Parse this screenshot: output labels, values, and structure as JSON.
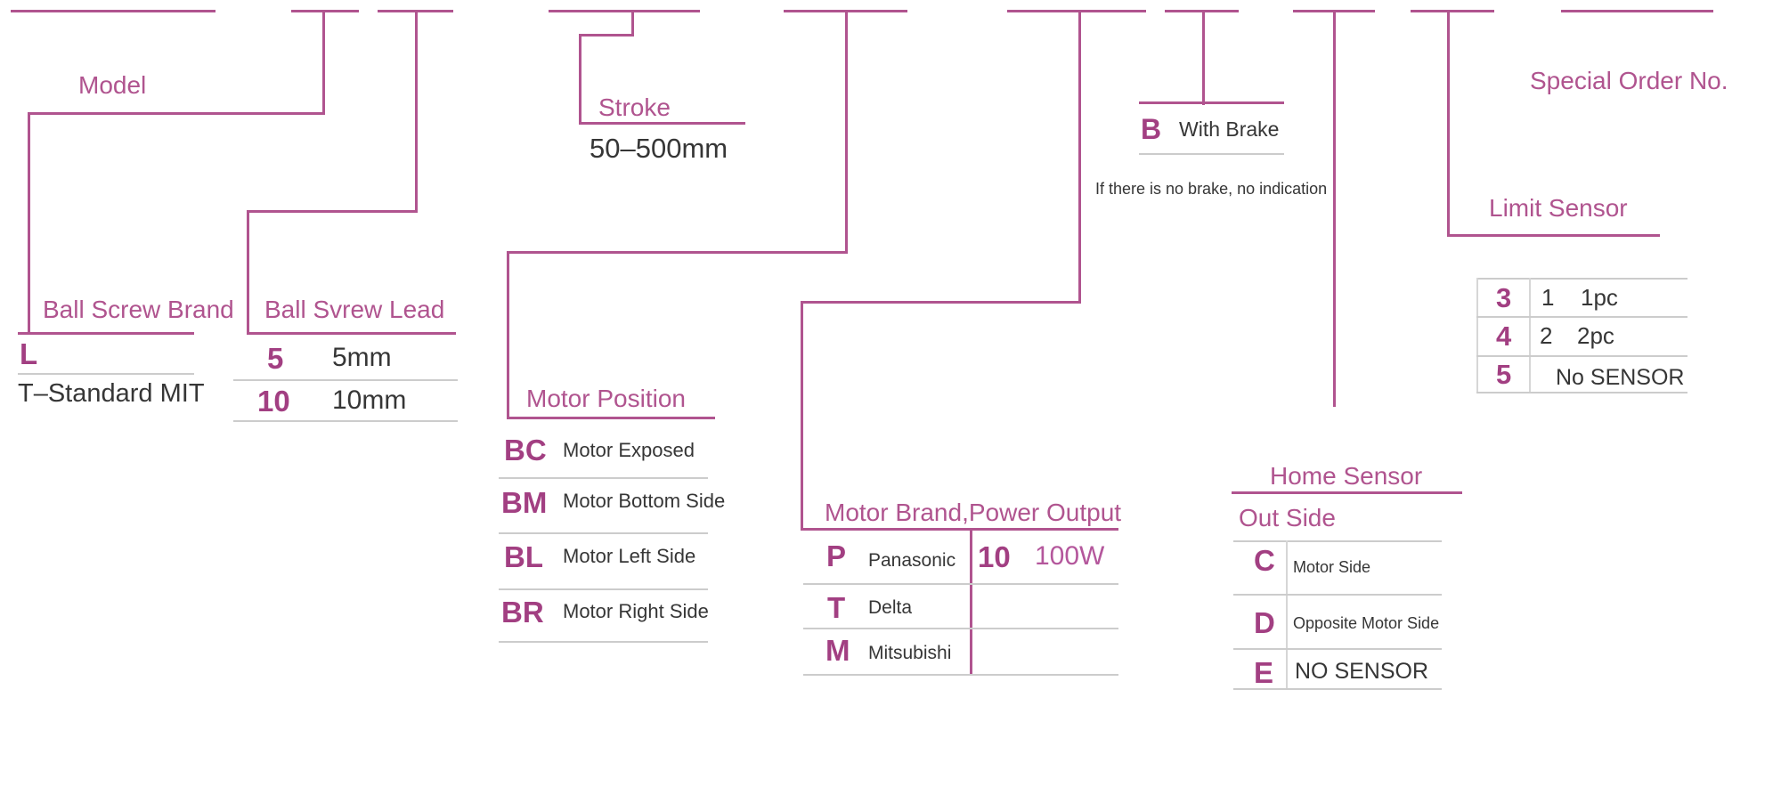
{
  "colors": {
    "accent": "#b0548f",
    "code_accent": "#a23f82",
    "power_accent": "#b4579c",
    "text_dark": "#363636",
    "divider_gray": "#cccccc"
  },
  "model": {
    "label": "Model"
  },
  "ball_screw_brand": {
    "label": "Ball Screw Brand",
    "code": "L",
    "description": "T–Standard MIT"
  },
  "ball_screw_lead": {
    "label": "Ball Svrew Lead",
    "rows": [
      {
        "code": "5",
        "value": "5mm"
      },
      {
        "code": "10",
        "value": "10mm"
      }
    ]
  },
  "stroke": {
    "label": "Stroke",
    "range": "50–500mm"
  },
  "motor_position": {
    "label": "Motor Position",
    "rows": [
      {
        "code": "BC",
        "description": "Motor Exposed"
      },
      {
        "code": "BM",
        "description": "Motor Bottom Side"
      },
      {
        "code": "BL",
        "description": "Motor Left Side"
      },
      {
        "code": "BR",
        "description": "Motor Right Side"
      }
    ]
  },
  "motor_brand_power": {
    "label": "Motor Brand,Power Output",
    "brands": [
      {
        "code": "P",
        "name": "Panasonic"
      },
      {
        "code": "T",
        "name": "Delta"
      },
      {
        "code": "M",
        "name": "Mitsubishi"
      }
    ],
    "power": {
      "code": "10",
      "value": "100W"
    }
  },
  "brake": {
    "code": "B",
    "label": "With Brake",
    "note": "If there is no brake, no indication"
  },
  "home_sensor": {
    "label": "Home Sensor",
    "sublabel": "Out Side",
    "rows": [
      {
        "code": "C",
        "description": "Motor Side"
      },
      {
        "code": "D",
        "description": "Opposite Motor Side"
      },
      {
        "code": "E",
        "description": "NO SENSOR"
      }
    ]
  },
  "limit_sensor": {
    "label": "Limit Sensor",
    "rows": [
      {
        "code": "3",
        "qty": "1",
        "description": "1pc"
      },
      {
        "code": "4",
        "qty": "2",
        "description": "2pc"
      },
      {
        "code": "5",
        "qty": "",
        "description": "No SENSOR"
      }
    ]
  },
  "special_order": {
    "label": "Special Order No."
  }
}
